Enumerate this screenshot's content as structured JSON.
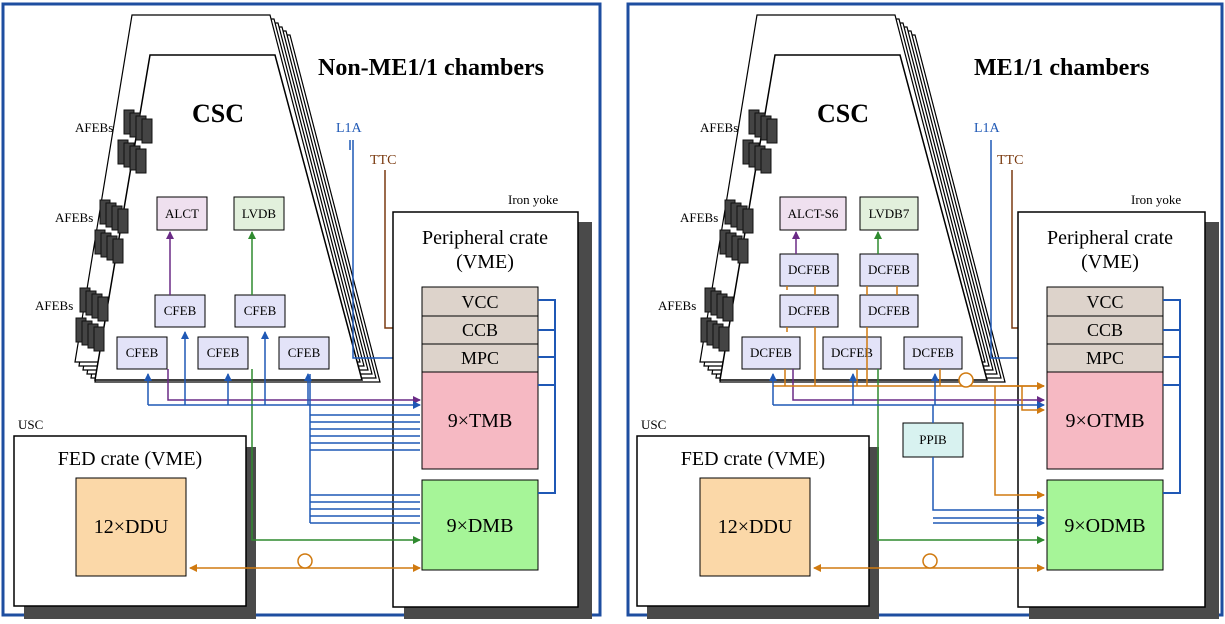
{
  "left_panel": {
    "title": "Non-ME1/1 chambers",
    "csc_label": "CSC",
    "afebs": [
      "AFEBs",
      "AFEBs",
      "AFEBs"
    ],
    "onchamber_top": [
      "ALCT",
      "LVDB"
    ],
    "cfeb_row2": [
      "CFEB",
      "CFEB"
    ],
    "cfeb_row1": [
      "CFEB",
      "CFEB",
      "CFEB"
    ],
    "l1a": "L1A",
    "ttc": "TTC",
    "iron_yoke": "Iron yoke",
    "crate_title_1": "Peripheral crate",
    "crate_title_2": "(VME)",
    "vcc": "VCC",
    "ccb": "CCB",
    "mpc": "MPC",
    "tmb": "9×TMB",
    "dmb": "9×DMB",
    "usc": "USC",
    "fed_crate": "FED crate (VME)",
    "ddu": "12×DDU"
  },
  "right_panel": {
    "title": "ME1/1 chambers",
    "csc_label": "CSC",
    "afebs": [
      "AFEBs",
      "AFEBs",
      "AFEBs"
    ],
    "onchamber_top": [
      "ALCT-S6",
      "LVDB7"
    ],
    "dcfeb_row3": [
      "DCFEB",
      "DCFEB"
    ],
    "dcfeb_row2": [
      "DCFEB",
      "DCFEB"
    ],
    "dcfeb_row1": [
      "DCFEB",
      "DCFEB",
      "DCFEB"
    ],
    "l1a": "L1A",
    "ttc": "TTC",
    "iron_yoke": "Iron yoke",
    "crate_title_1": "Peripheral crate",
    "crate_title_2": "(VME)",
    "vcc": "VCC",
    "ccb": "CCB",
    "mpc": "MPC",
    "tmb": "9×OTMB",
    "ppib": "PPIB",
    "dmb": "9×ODMB",
    "usc": "USC",
    "fed_crate": "FED crate (VME)",
    "ddu": "12×DDU"
  },
  "colors": {
    "frame": "#1e4ea0",
    "blue_line": "#1f58b5",
    "purple_line": "#6a2a86",
    "green_line": "#2f8a2f",
    "brown_line": "#7a3a10",
    "orange_line": "#d07a10",
    "alct_fill": "#efe0ef",
    "lvdb_fill": "#e2f0dc",
    "cfeb_fill": "#e3e3f8",
    "vme_module_fill": "#ddd3cb",
    "tmb_fill": "#f6b9c3",
    "dmb_fill": "#a6f598",
    "ddu_fill": "#fbd8a8",
    "ppib_fill": "#d8f2f0"
  }
}
